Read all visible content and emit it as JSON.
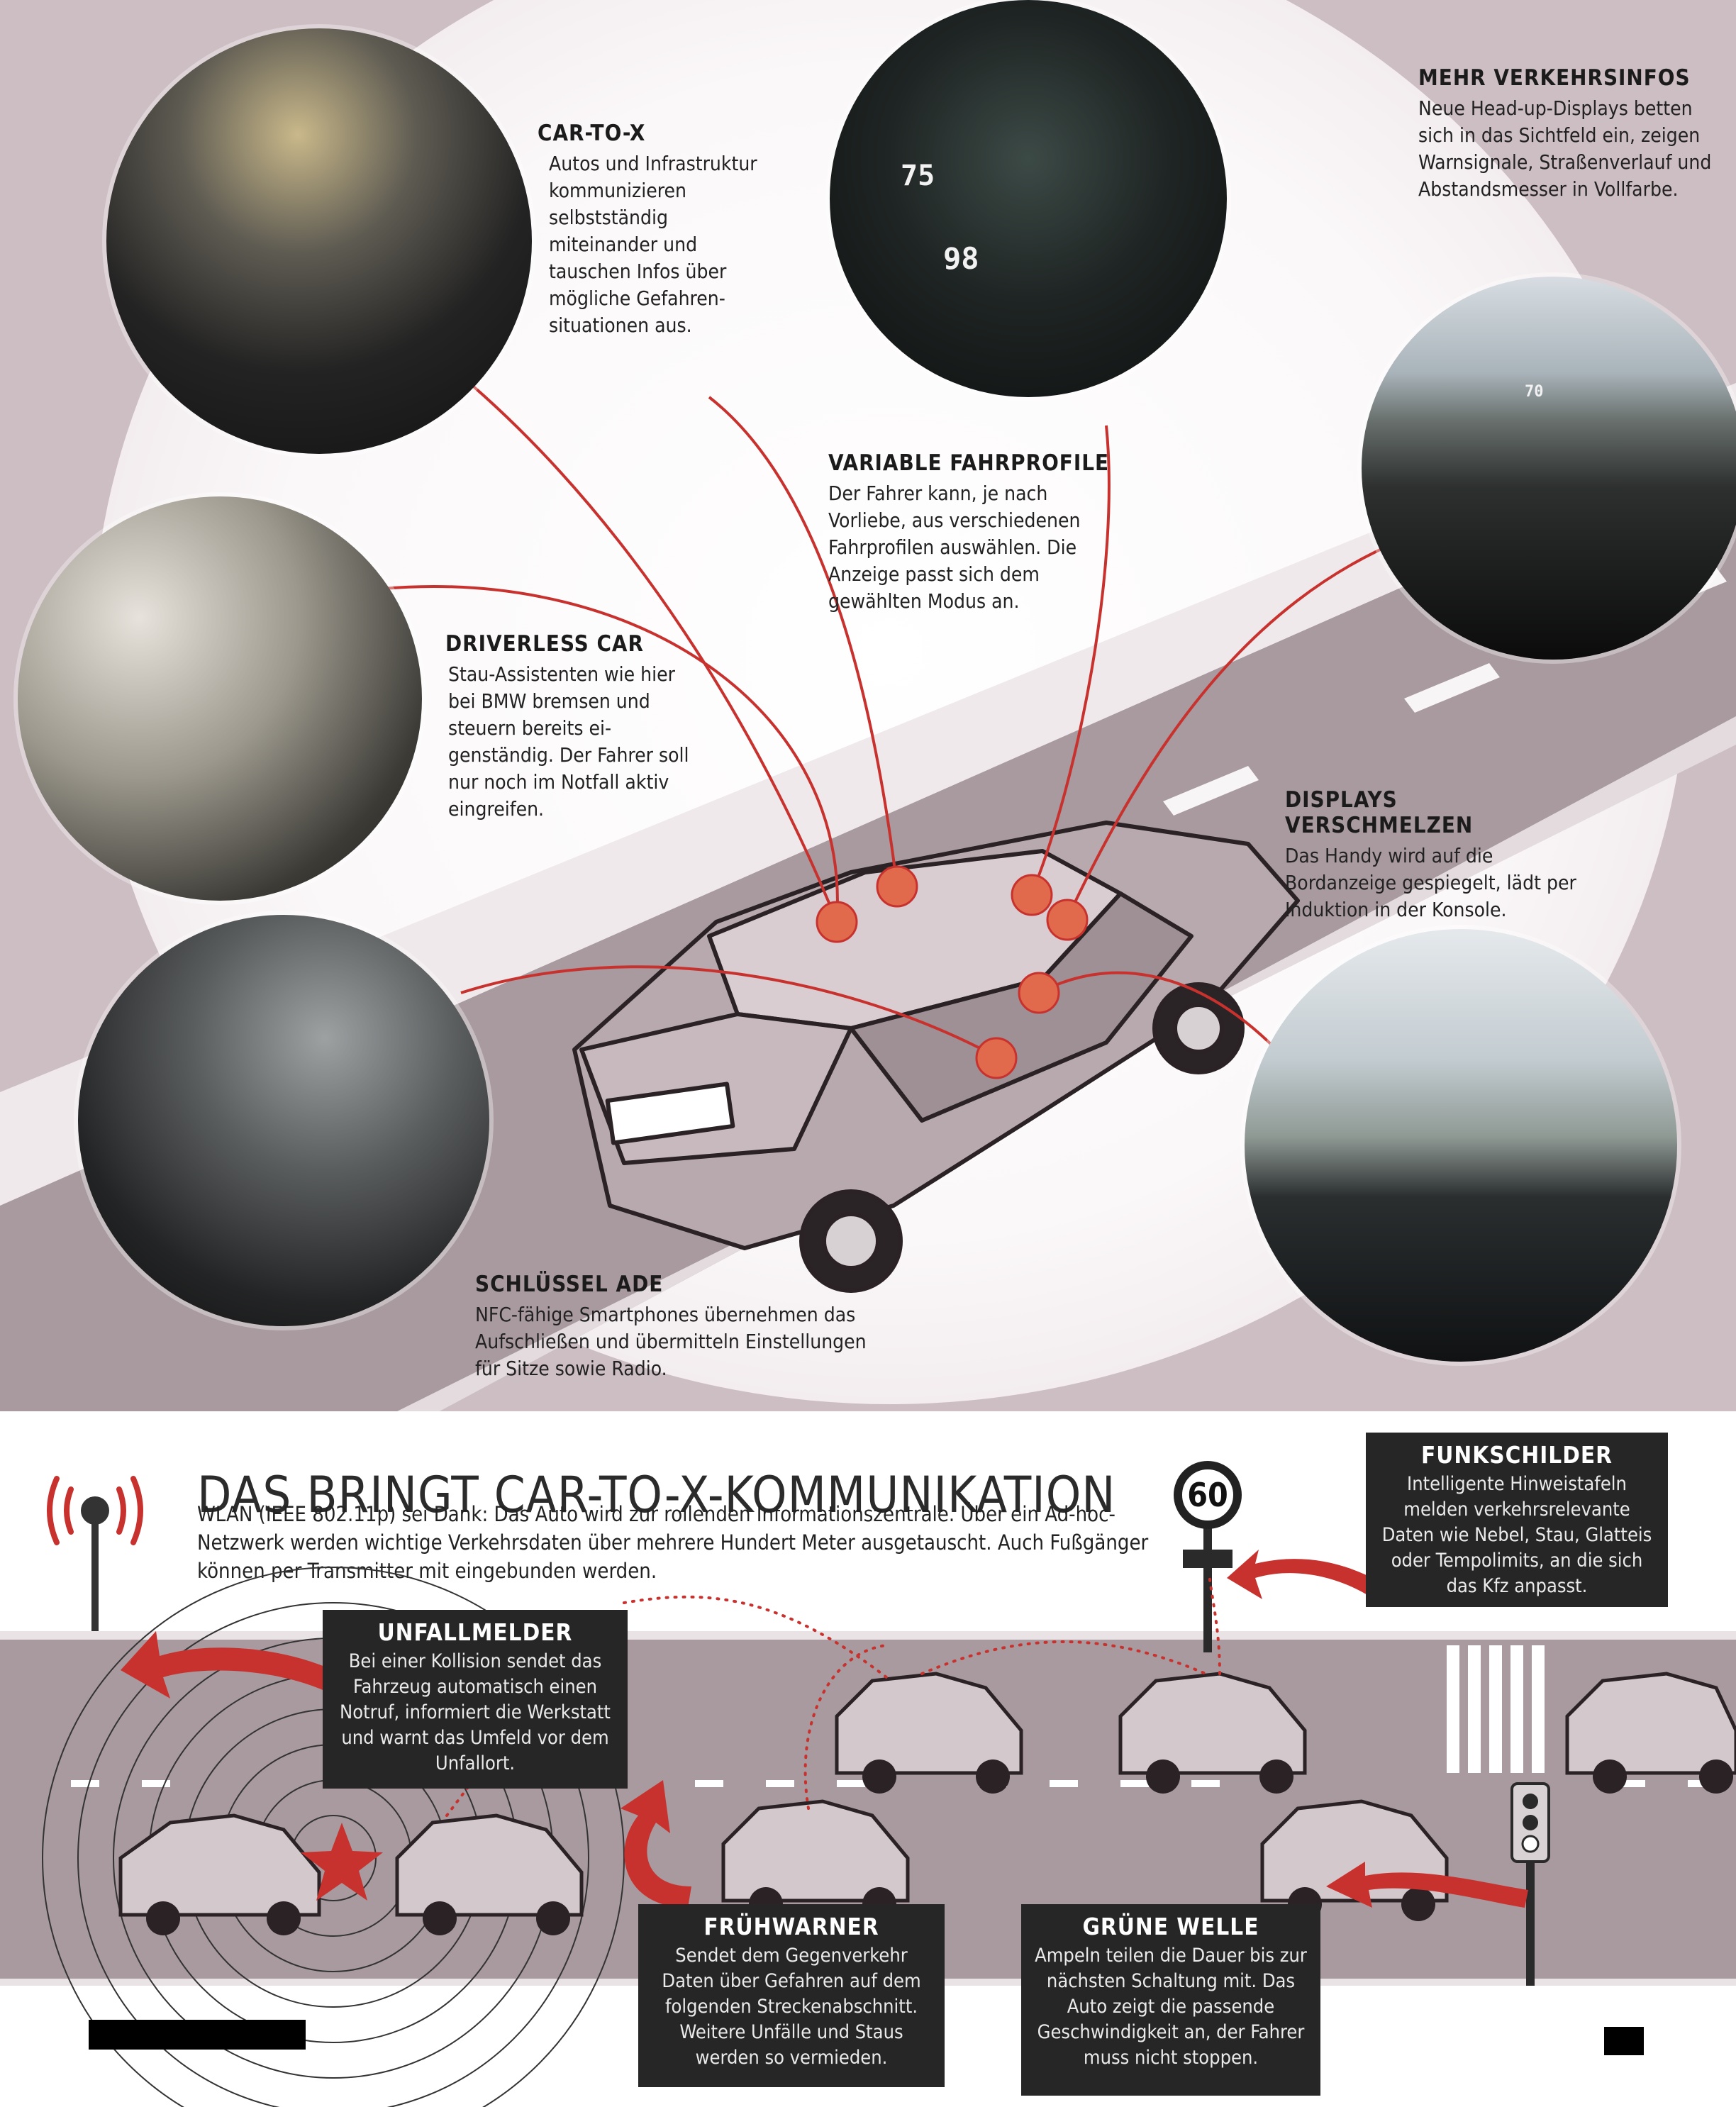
{
  "features": [
    {
      "id": "car-to-x",
      "title": "CAR-TO-X",
      "text": "Autos und Infrastruktur kommunizieren selbstständig miteinander und tauschen Infos über mögliche Gefahren­situationen aus."
    },
    {
      "id": "variable-fahrprofile",
      "title": "VARIABLE FAHRPROFILE",
      "text": "Der Fahrer kann, je nach Vorliebe, aus verschiedenen Fahrprofilen auswählen. Die Anzeige passt sich dem gewählten Modus an."
    },
    {
      "id": "mehr-verkehrsinfos",
      "title": "MEHR VERKEHRSINFOS",
      "text": "Neue Head-up-Displays betten sich in das Sichtfeld ein, zeigen Warnsignale, Straßenverlauf und Abstandsmesser in Vollfarbe."
    },
    {
      "id": "driverless-car",
      "title": "DRIVERLESS CAR",
      "text": "Stau-Assistenten wie hier bei BMW bremsen und steuern bereits ei­genständig. Der Fahrer soll nur noch im Notfall aktiv eingreifen."
    },
    {
      "id": "displays-verschmelzen",
      "title": "DISPLAYS VERSCHMELZEN",
      "text": "Das Handy wird auf die Bordanzeige gespiegelt, lädt per Induktion in der Konsole."
    },
    {
      "id": "schluessel-ade",
      "title": "SCHLÜSSEL ADE",
      "text": "NFC-fähige Smartphones übernehmen das Aufschließen und übermitteln Einstellungen für Sitze sowie Radio."
    }
  ],
  "photo_readouts": {
    "speed": "75",
    "speed2": "98",
    "hud_speed": "70"
  },
  "section": {
    "headline": "DAS BRINGT CAR-TO-X-KOMMUNIKATION",
    "intro": "WLAN (IEEE 802.11p) sei Dank: Das Auto wird zur rollenden Informationszentrale. Über ein Ad-hoc-Netzwerk werden wichtige Verkehrsdaten über mehrere Hundert Meter aus­getauscht. Auch Fußgänger können per Transmitter mit eingebunden werden."
  },
  "speed_sign": "60",
  "boxes": [
    {
      "id": "funkschilder",
      "title": "FUNKSCHILDER",
      "text": "Intelligente Hinweistafeln melden verkehrsrelevante Daten wie Nebel, Stau, Glatteis oder Tempolimits, an die sich das Kfz anpasst."
    },
    {
      "id": "unfallmelder",
      "title": "UNFALLMELDER",
      "text": "Bei einer Kollision sendet das Fahrzeug automatisch einen Notruf, informiert die Werkstatt und warnt das Umfeld vor dem Unfallort."
    },
    {
      "id": "fruehwarner",
      "title": "FRÜHWARNER",
      "text": "Sendet dem Gegenverkehr Daten über Gefahren auf dem folgenden Streckenab­schnitt. Weitere Unfälle und Staus werden so vermieden."
    },
    {
      "id": "gruene-welle",
      "title": "GRÜNE WELLE",
      "text": "Ampeln teilen die Dauer bis zur nächsten Schaltung mit. Das Auto zeigt die passende Geschwindigkeit an, der Fahrer muss nicht stoppen."
    }
  ],
  "colors": {
    "accent_red": "#c8322e",
    "dot_orange": "#e06a4b",
    "road": "#a89a9f",
    "background": "#cdbec3",
    "box_dark": "#262626"
  }
}
